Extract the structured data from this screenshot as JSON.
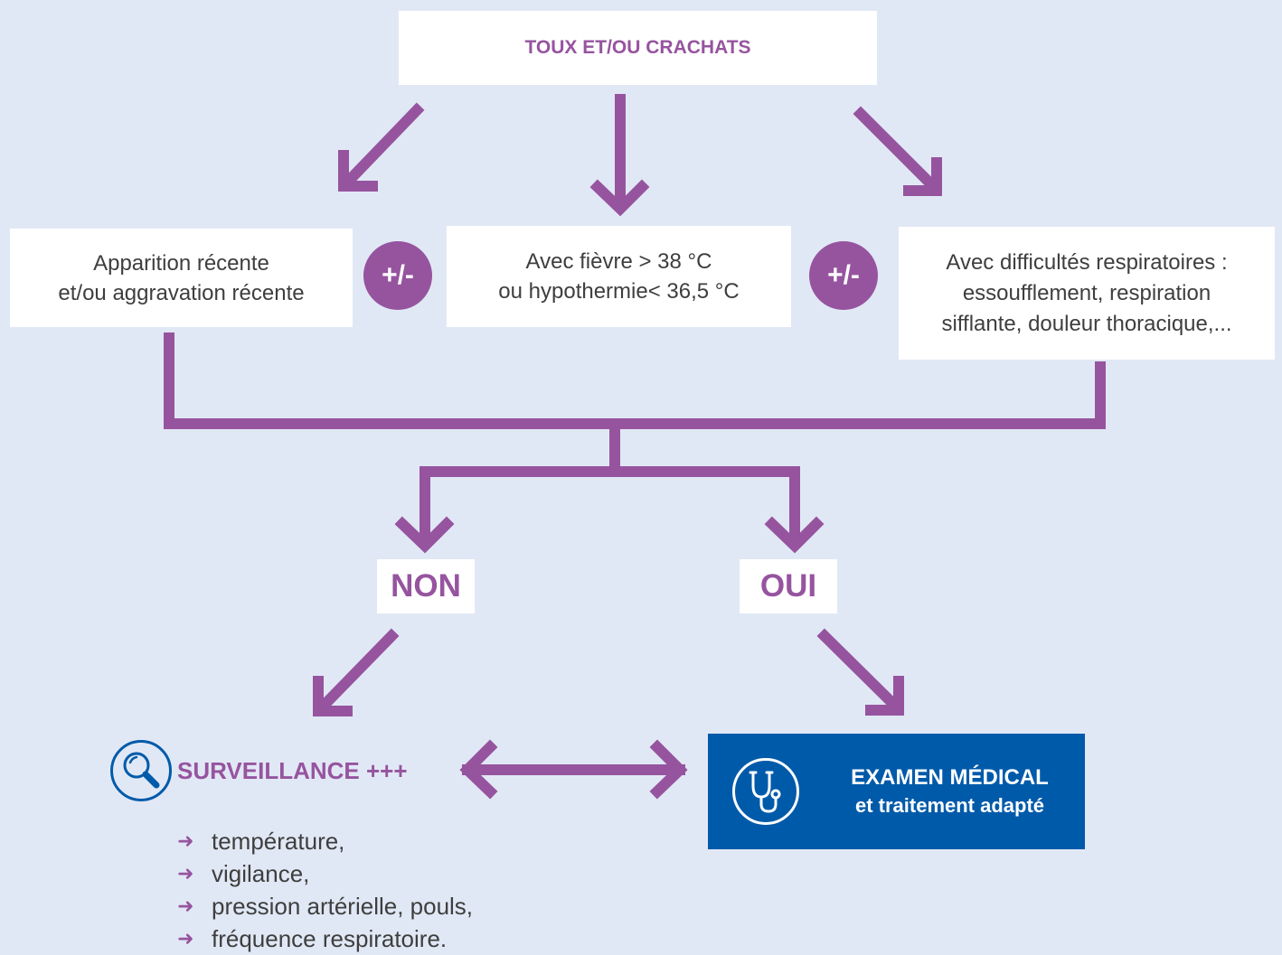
{
  "colors": {
    "background": "#e1e8f5",
    "accent": "#96549f",
    "exam_fill": "#005aaa",
    "box_fill": "#ffffff",
    "text": "#3e3e3e"
  },
  "top": {
    "label": "TOUX ET/OU CRACHATS"
  },
  "criteria": [
    {
      "text": "Apparition récente\net/ou aggravation récente"
    },
    {
      "text": "Avec fièvre > 38 °C\nou hypothermie< 36,5 °C"
    },
    {
      "text": "Avec difficultés respiratoires :\nessoufflement, respiration\nsifflante, douleur thoracique,..."
    }
  ],
  "combinator": "+/-",
  "decision": {
    "no": "NON",
    "yes": "OUI"
  },
  "surveillance": {
    "icon": "magnifier-icon",
    "title": "SURVEILLANCE +++",
    "bullet_icon": "arrow-right-icon",
    "items": [
      "température,",
      "vigilance,",
      "pression artérielle, pouls,",
      "fréquence respiratoire."
    ]
  },
  "exam": {
    "icon": "stethoscope-icon",
    "title": "EXAMEN MÉDICAL",
    "subtitle": "et traitement adapté"
  }
}
